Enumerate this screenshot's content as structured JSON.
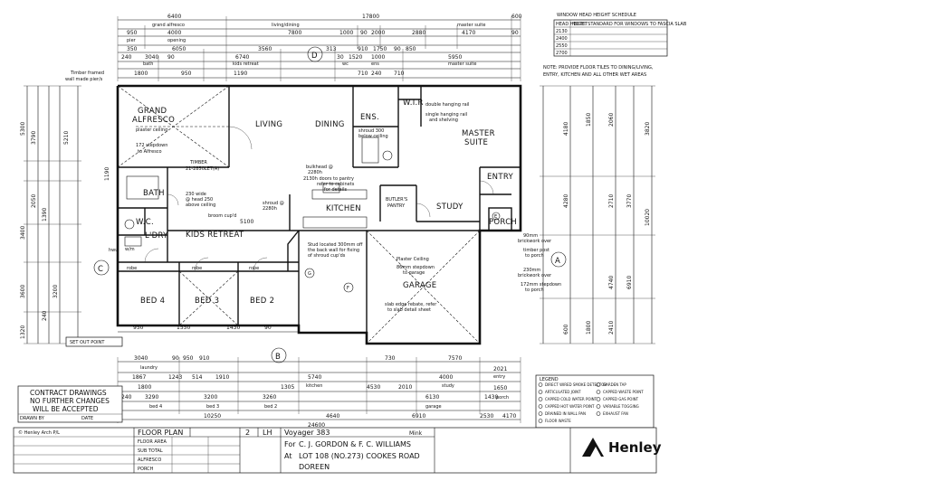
{
  "rooms": {
    "living": "LIVING",
    "dining": "DINING",
    "grand_alfresco_1": "GRAND",
    "grand_alfresco_2": "ALFRESCO",
    "ens": "ENS.",
    "wir": "W.I.R",
    "master_1": "MASTER",
    "master_2": "SUITE",
    "entry": "ENTRY",
    "bath": "BATH",
    "wc": "W.C.",
    "ldry": "L'DRY",
    "kids_retreat": "KIDS RETREAT",
    "kitchen": "KITCHEN",
    "butlers_1": "BUTLER'S",
    "butlers_2": "PANTRY",
    "study": "STUDY",
    "porch": "PORCH",
    "garage": "GARAGE",
    "bed4": "BED 4",
    "bed3": "BED 3",
    "bed2": "BED 2"
  },
  "grid_markers": {
    "a": "A",
    "b": "B",
    "c": "C",
    "d": "D",
    "e": "E",
    "f": "F",
    "g": "G"
  },
  "top_dims": {
    "overall_left": "6400",
    "overall": "17800",
    "overall_right": "600",
    "grand_alfresco": "grand alfresco",
    "d950": "950",
    "d4000": "4000",
    "d7800": "7800",
    "d1000": "1000",
    "d90a": "90",
    "d2000": "2000",
    "d2880": "2880",
    "d4170": "4170",
    "d90b": "90",
    "living_dining": "living/dining",
    "master_suite": "master suite",
    "pier": "pier",
    "opening": "opening",
    "d350": "350",
    "d6050": "6050",
    "d3560": "3560",
    "d313": "313",
    "d910": "910",
    "d1750": "1750",
    "d90c": "90",
    "d850": "850",
    "d240": "240",
    "d3040": "3040",
    "d90d": "90",
    "d6740": "6740",
    "d30": "30",
    "d1520": "1520",
    "d1000b": "1000",
    "d5950": "5950",
    "bath": "bath",
    "kids_retreat": "kids retreat",
    "wc": "wc",
    "ens": "ens",
    "d1800": "1800",
    "d950b": "950",
    "d1190": "1190",
    "d710": "710",
    "d240b": "240",
    "d710b": "710"
  },
  "bottom_dims": {
    "d3040": "3040",
    "d90": "90",
    "d950": "950",
    "d910": "910",
    "laundry": "laundry",
    "d1867": "1867",
    "d1243": "1243",
    "d514": "514",
    "d1910": "1910",
    "d730": "730",
    "d7570": "7570",
    "d5740": "5740",
    "d4000": "4000",
    "kitchen": "kitchen",
    "study": "study",
    "entry": "entry",
    "d1800": "1800",
    "d1305": "1305",
    "d4530": "4530",
    "d2010": "2010",
    "d2021": "2021",
    "d240": "240",
    "d3290": "3290",
    "d3200": "3200",
    "d3260": "3260",
    "d6130": "6130",
    "d1430": "1430",
    "d1650": "1650",
    "bed4": "bed 4",
    "bed3": "bed 3",
    "bed2": "bed 2",
    "garage": "garage",
    "porch": "porch",
    "d10250": "10250",
    "d4640": "4640",
    "d6910": "6910",
    "d2530": "2530",
    "d4170": "4170",
    "d24600": "24600",
    "d950b": "950",
    "d1550": "1550",
    "d1430b": "1430",
    "d90b": "90"
  },
  "left_dims": {
    "d5300": "5300",
    "d5210": "5210",
    "d3790": "3790",
    "d3400": "3400",
    "d1190": "1190",
    "d2050": "2050",
    "d3600": "3600",
    "d1390": "1390",
    "d240": "240",
    "d1320": "1320",
    "d3200": "3200"
  },
  "right_dims": {
    "d4180": "4180",
    "d1850": "1850",
    "d2060": "2060",
    "d3820": "3820",
    "d4280": "4280",
    "d2710": "2710",
    "d3770": "3770",
    "d10020": "10020",
    "d6910": "6910",
    "d4740": "4740",
    "d2410": "2410",
    "d600": "600",
    "d1800": "1800"
  },
  "annotations": {
    "timber_framed": "Timber framed",
    "wall_made_pier": "wall made pier/s",
    "plaster_ceiling": "plaster ceiling",
    "step_down_alfresco": "172 stepdown",
    "to_alfresco": "to Alfresco",
    "timber_21": "TIMBER",
    "timber_21_val": "21-2850LET(A)",
    "bulkhead": "bulkhead @",
    "bulkhead_val": "2280h",
    "pantry_doors": "2130h doors to pantry",
    "refer_to_cabinets": "refer to cabinets",
    "for_details": "for details",
    "shroud": "shroud @",
    "shroud_val": "2280h",
    "stud_located": "Stud located 300mm off",
    "back_wall": "the back wall for fixing",
    "of_shroud": "of shroud cup'ds",
    "double_hanging": "double hanging rail",
    "single_hanging": "single hanging rail",
    "and_shelving": "and shelving",
    "shroud_300": "shroud 300",
    "below_ceiling": "below ceiling",
    "plaster_ceiling_g": "Plaster Ceiling",
    "step_down_garage": "86mm stepdown",
    "to_garage": "to garage",
    "slab_edge": "slab edge rebate, refer",
    "to_slab": "to slab detail sheet",
    "brickwork_90": "90mm",
    "brickwork_over": "brickwork over",
    "timber_post": "timber post",
    "to_porch": "to porch",
    "brick_230": "230mm",
    "brick_230_over": "brickwork over",
    "step_172": "172mm stepdown",
    "step_172_to": "to porch",
    "broom": "broom cup'd",
    "whead": "230 wide",
    "whead2": "@ head 250",
    "whead3": "above ceiling",
    "d5100": "5100",
    "set_out_point": "SET OUT POINT",
    "robe": "robe",
    "wm": "w/m",
    "hwu": "hwu"
  },
  "window_schedule": {
    "title": "WINDOW HEAD HEIGHT SCHEDULE",
    "col1": "HEAD HEIGHT",
    "col2": "NOTE: STANDARD FOR WINDOWS TO FASCIA SLAB",
    "row1": "2130",
    "row2": "2400",
    "row3": "2550",
    "row4": "2700"
  },
  "floor_note": {
    "line1": "NOTE: PROVIDE FLOOR TILES TO DINING/LIVING,",
    "line2": "ENTRY, KITCHEN AND ALL OTHER WET AREAS"
  },
  "legend": {
    "title": "LEGEND",
    "items": [
      "DIRECT WIRED SMOKE DETECTOR",
      "ARTICULATED JOINT",
      "CAPPED COLD WATER POINT",
      "CAPPED HOT WATER POINT",
      "DRAINED IN WALL PAN",
      "FLOOR WASTE",
      "GARDEN TAP",
      "CAPPED WASTE POINT",
      "CAPPED GAS POINT",
      "VARIABLE TOGGING",
      "EXHAUST FAN"
    ]
  },
  "contract": {
    "line1": "CONTRACT DRAWINGS",
    "line2": "NO FURTHER CHANGES",
    "line3": "WILL BE ACCEPTED",
    "drawn_by": "DRAWN BY",
    "date": "DATE"
  },
  "title_block": {
    "copyright": "© Henley Arch P/L",
    "floor_plan": "FLOOR PLAN",
    "sheet": "2",
    "handed": "LH",
    "model": "Voyager 383",
    "facade": "Mink",
    "for_label": "For",
    "client": "C. J. GORDON & F. C. WILLIAMS",
    "at_label": "At",
    "address": "LOT 108 (NO.273) COOKES ROAD",
    "suburb": "DOREEN",
    "brand": "Henley",
    "row_labels": [
      "FLOOR AREA",
      "SUB TOTAL",
      "ALFRESCO",
      "PORCH"
    ]
  },
  "colors": {
    "ink": "#111111",
    "paper": "#ffffff"
  }
}
